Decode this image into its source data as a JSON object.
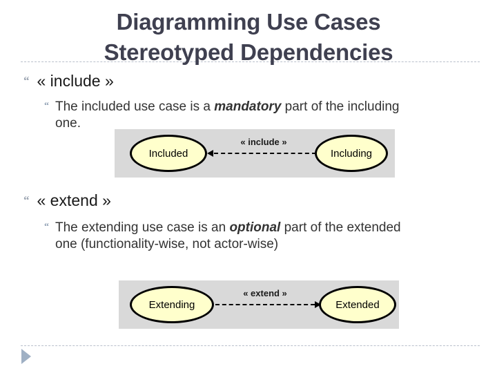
{
  "slide": {
    "title_line_1": "Diagramming Use Cases",
    "title_line_2": "Stereotyped Dependencies",
    "title_color": "#3f4050"
  },
  "sections": [
    {
      "heading": "« include »",
      "body_prefix": "The included use case is a ",
      "body_emphasis": "mandatory",
      "body_suffix": " part of the including one.",
      "bullet_glyph": "“",
      "sub_bullet_glyph": "“"
    },
    {
      "heading": "« extend »",
      "body_prefix": "The extending use case is an ",
      "body_emphasis": "optional",
      "body_suffix": " part of the extended one (functionality-wise, not actor-wise)",
      "bullet_glyph": "“",
      "sub_bullet_glyph": "“"
    }
  ],
  "diagrams": [
    {
      "name": "include-dependency-diagram",
      "background_color": "#d9d9d9",
      "usecase_fill": "#ffffcc",
      "usecase_border": "#000000",
      "source_label": "Included",
      "target_label": "Including",
      "stereotype": "« include »",
      "arrow_direction": "left"
    },
    {
      "name": "extend-dependency-diagram",
      "background_color": "#d9d9d9",
      "usecase_fill": "#ffffcc",
      "usecase_border": "#000000",
      "source_label": "Extending",
      "target_label": "Extended",
      "stereotype": "« extend »",
      "arrow_direction": "right"
    }
  ],
  "decor": {
    "rule_color": "#b9bfcb",
    "triangle_color": "#9fb0c4"
  }
}
